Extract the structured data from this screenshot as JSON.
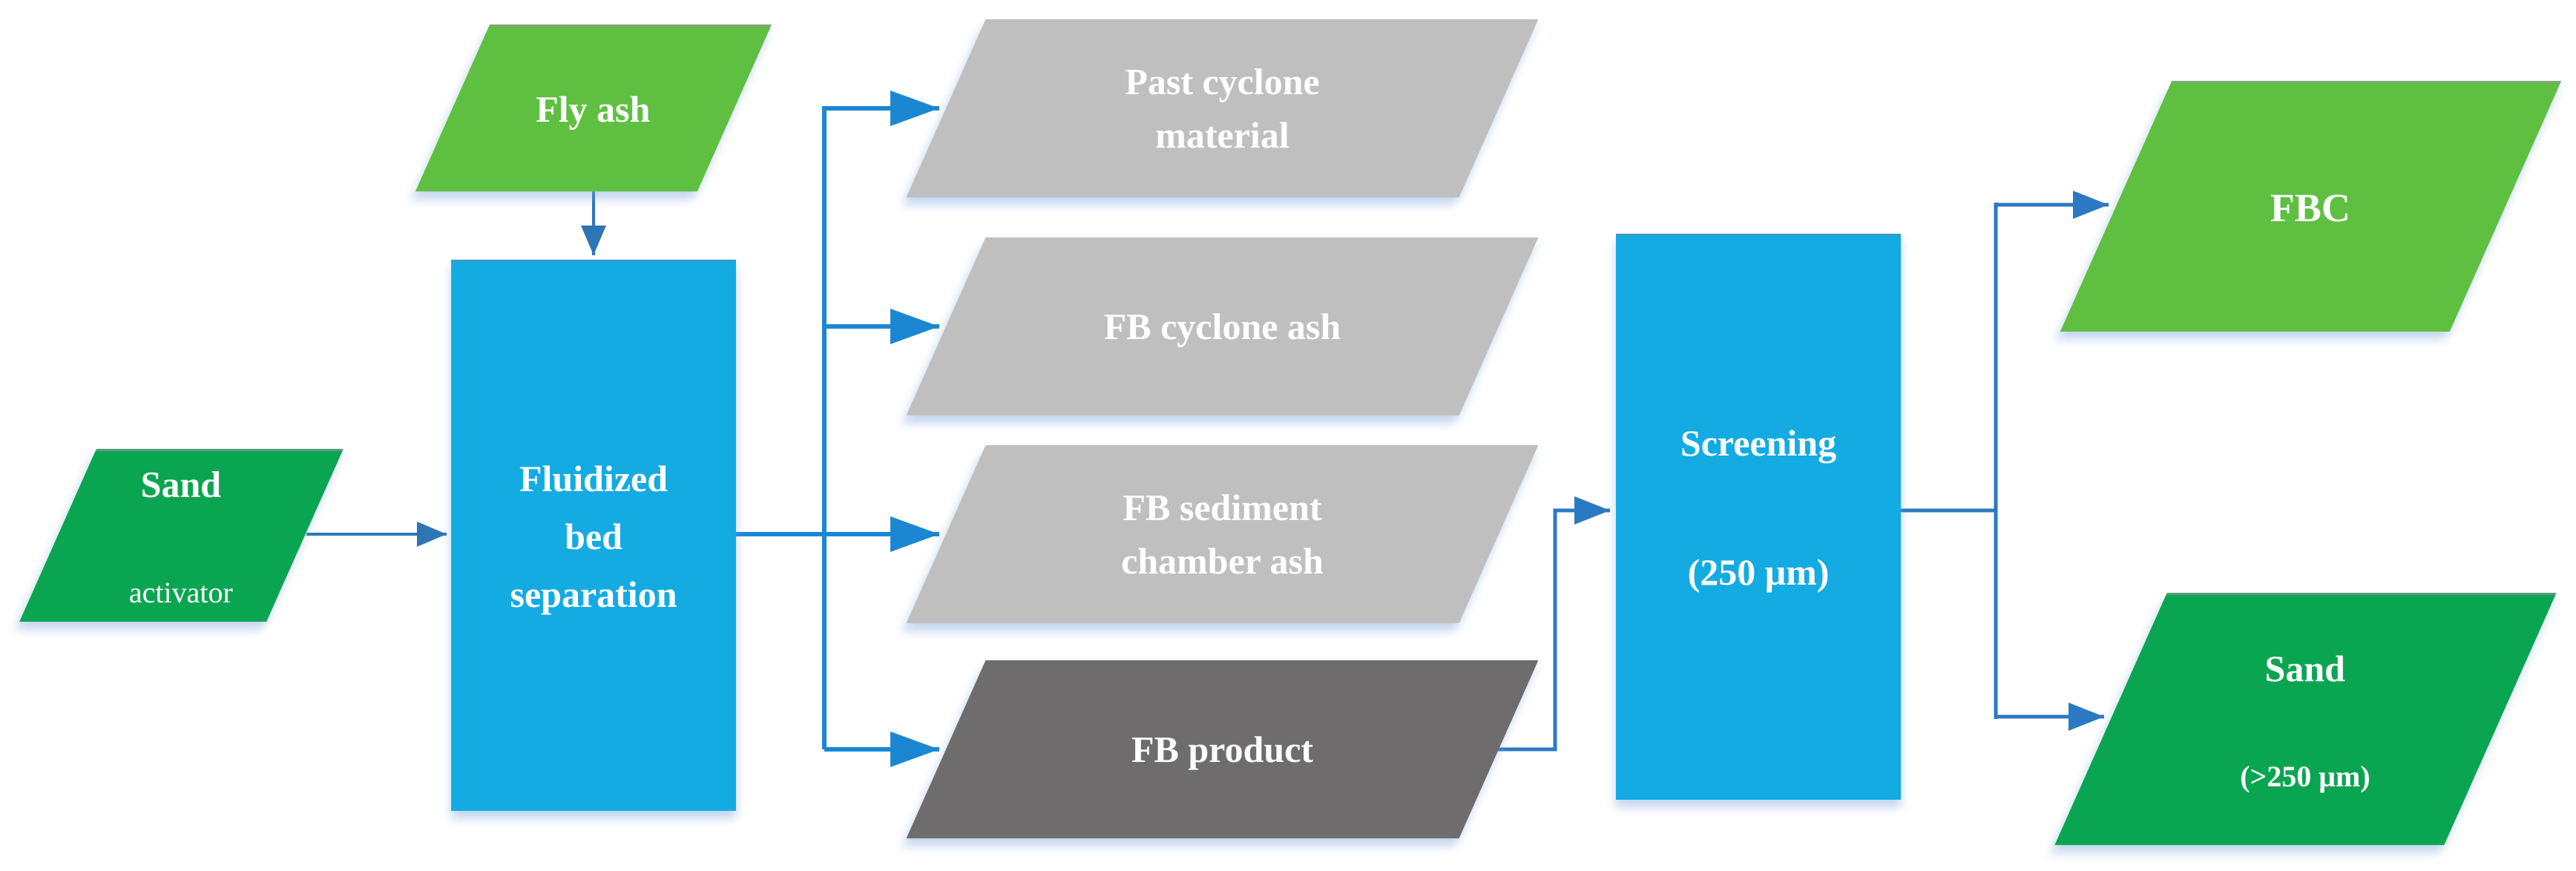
{
  "diagram_title": "Fluidized bed separation and screening process flow",
  "colors": {
    "cyan": "#14ABE3",
    "light_green": "#5FBF41",
    "dark_green": "#0AA551",
    "light_gray": "#C0BFBF",
    "dark_gray": "#6E6C6C",
    "connector_dark": "#2E75B6",
    "connector_bright": "#1B87D3",
    "connector_mid": "#2B79C2",
    "text": "#FFFFFF"
  },
  "nodes": {
    "fly_ash": {
      "label": "Fly ash"
    },
    "sand_input": {
      "label": "Sand",
      "sublabel": "activator"
    },
    "fluidized_bed_separation": {
      "lines": [
        "Fluidized",
        "bed",
        "separation"
      ]
    },
    "past_cyclone_material": {
      "lines": [
        "Past cyclone",
        "material"
      ]
    },
    "fb_cyclone_ash": {
      "label": "FB cyclone ash"
    },
    "fb_sediment_chamber_ash": {
      "lines": [
        "FB sediment",
        "chamber ash"
      ]
    },
    "fb_product": {
      "label": "FB product"
    },
    "screening": {
      "label": "Screening",
      "sublabel": "(250 μm)"
    },
    "fbc": {
      "label": "FBC"
    },
    "sand_output": {
      "label": "Sand",
      "sublabel": "(>250 μm)"
    }
  },
  "edges": [
    {
      "from": "fly_ash",
      "to": "fluidized_bed_separation"
    },
    {
      "from": "sand_input",
      "to": "fluidized_bed_separation"
    },
    {
      "from": "fluidized_bed_separation",
      "to": "past_cyclone_material"
    },
    {
      "from": "fluidized_bed_separation",
      "to": "fb_cyclone_ash"
    },
    {
      "from": "fluidized_bed_separation",
      "to": "fb_sediment_chamber_ash"
    },
    {
      "from": "fluidized_bed_separation",
      "to": "fb_product"
    },
    {
      "from": "fb_product",
      "to": "screening"
    },
    {
      "from": "screening",
      "to": "fbc"
    },
    {
      "from": "screening",
      "to": "sand_output"
    }
  ]
}
